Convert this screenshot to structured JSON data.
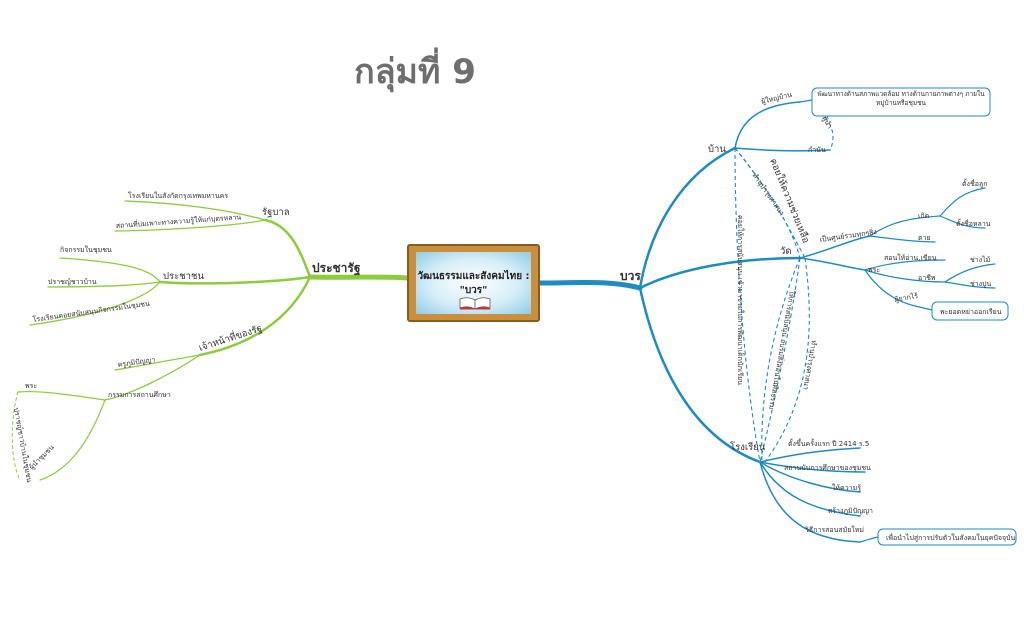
{
  "title": "กลุ่มที่ 9",
  "center": {
    "text": "วัฒนธรรมและสังคมไทย :\n\"บวร\"",
    "icon": "book-icon"
  },
  "left": {
    "main": "ประชารัฐ",
    "branches": [
      {
        "label": "รัฐบาล",
        "items": [
          "โรงเรียนในสังกัดกรุงเทพมหานคร",
          "สถานที่บ่มเพาะทางความรู้ให้แก่บุตรหลาน"
        ]
      },
      {
        "label": "ประชาชน",
        "items": [
          "กิจกรรมในชุมชน",
          "ปราชญ์ชาวบ้าน",
          "โรงเรียนคอยสนับสนุนกิจกรรมในชุมชน"
        ]
      },
      {
        "label": "เจ้าหน้าที่ของรัฐ",
        "items": [
          "ครูภูมิปัญญา",
          "กรรมการสถานศึกษา"
        ],
        "sub": {
          "label": "พระ",
          "items": [
            "ปราชญ์ชาวบ้านในชุมชน",
            "ผู้นำชุมชน"
          ]
        }
      }
    ]
  },
  "right": {
    "main": "บวร",
    "ban": {
      "label": "บ้าน",
      "items": [
        "ผู้ใหญ่บ้าน",
        "ผู้นำ",
        "กำนัน"
      ],
      "note": "พัฒนาทางด้านสภาพแวดล้อม ทางด้านกายภาพต่างๆ ภายในหมู่บ้านหรือชุมชน"
    },
    "wat": {
      "label": "วัด",
      "items": [
        "เป็นศูนย์รวมทุกๆสิ่ง",
        "พระ",
        "ผู้ยากไร้"
      ],
      "lifecycle": [
        "เกิด",
        "ตั้งชื่อลูก",
        "ตั้งชื่อหลาน",
        "ตาย"
      ],
      "monk": [
        "สอนให้อ่าน,เขียน",
        "อาชีพ",
        "ช่างไม้",
        "ช่างปูน"
      ],
      "note": "พะยอดหย่าออกเรียน"
    },
    "school": {
      "label": "โรงเรียน",
      "items": [
        "ตั้งขึ้นครั้งแรก ปี 2414 ร.5",
        "สถานบันการศึกษาของชุมชน",
        "ให้ความรู้",
        "สร้างภูมิปัญญา",
        "วิธีการสอนสมัยใหม่"
      ],
      "note": "เพื่อนำไปสู่การปรับตัวในสังคมในยุคปัจจุบัน"
    },
    "relations": [
      "คอยให้ความช่วยเหลือ",
      "ทำนุบำรุงศาสนา",
      "คอยให้การสนับสนุน เข้ามาช่วยในการพัฒนาเด็กนักเรียน",
      "ให้การสนับสนุน อบรมสั่งสอนในศีลธรรม",
      "ทำนุบำรุงศาสนา"
    ]
  },
  "colors": {
    "left": "#8dcc3c",
    "right": "#1e8bc3",
    "dashed": "#1e8bc3",
    "title": "#6e6e6e"
  }
}
